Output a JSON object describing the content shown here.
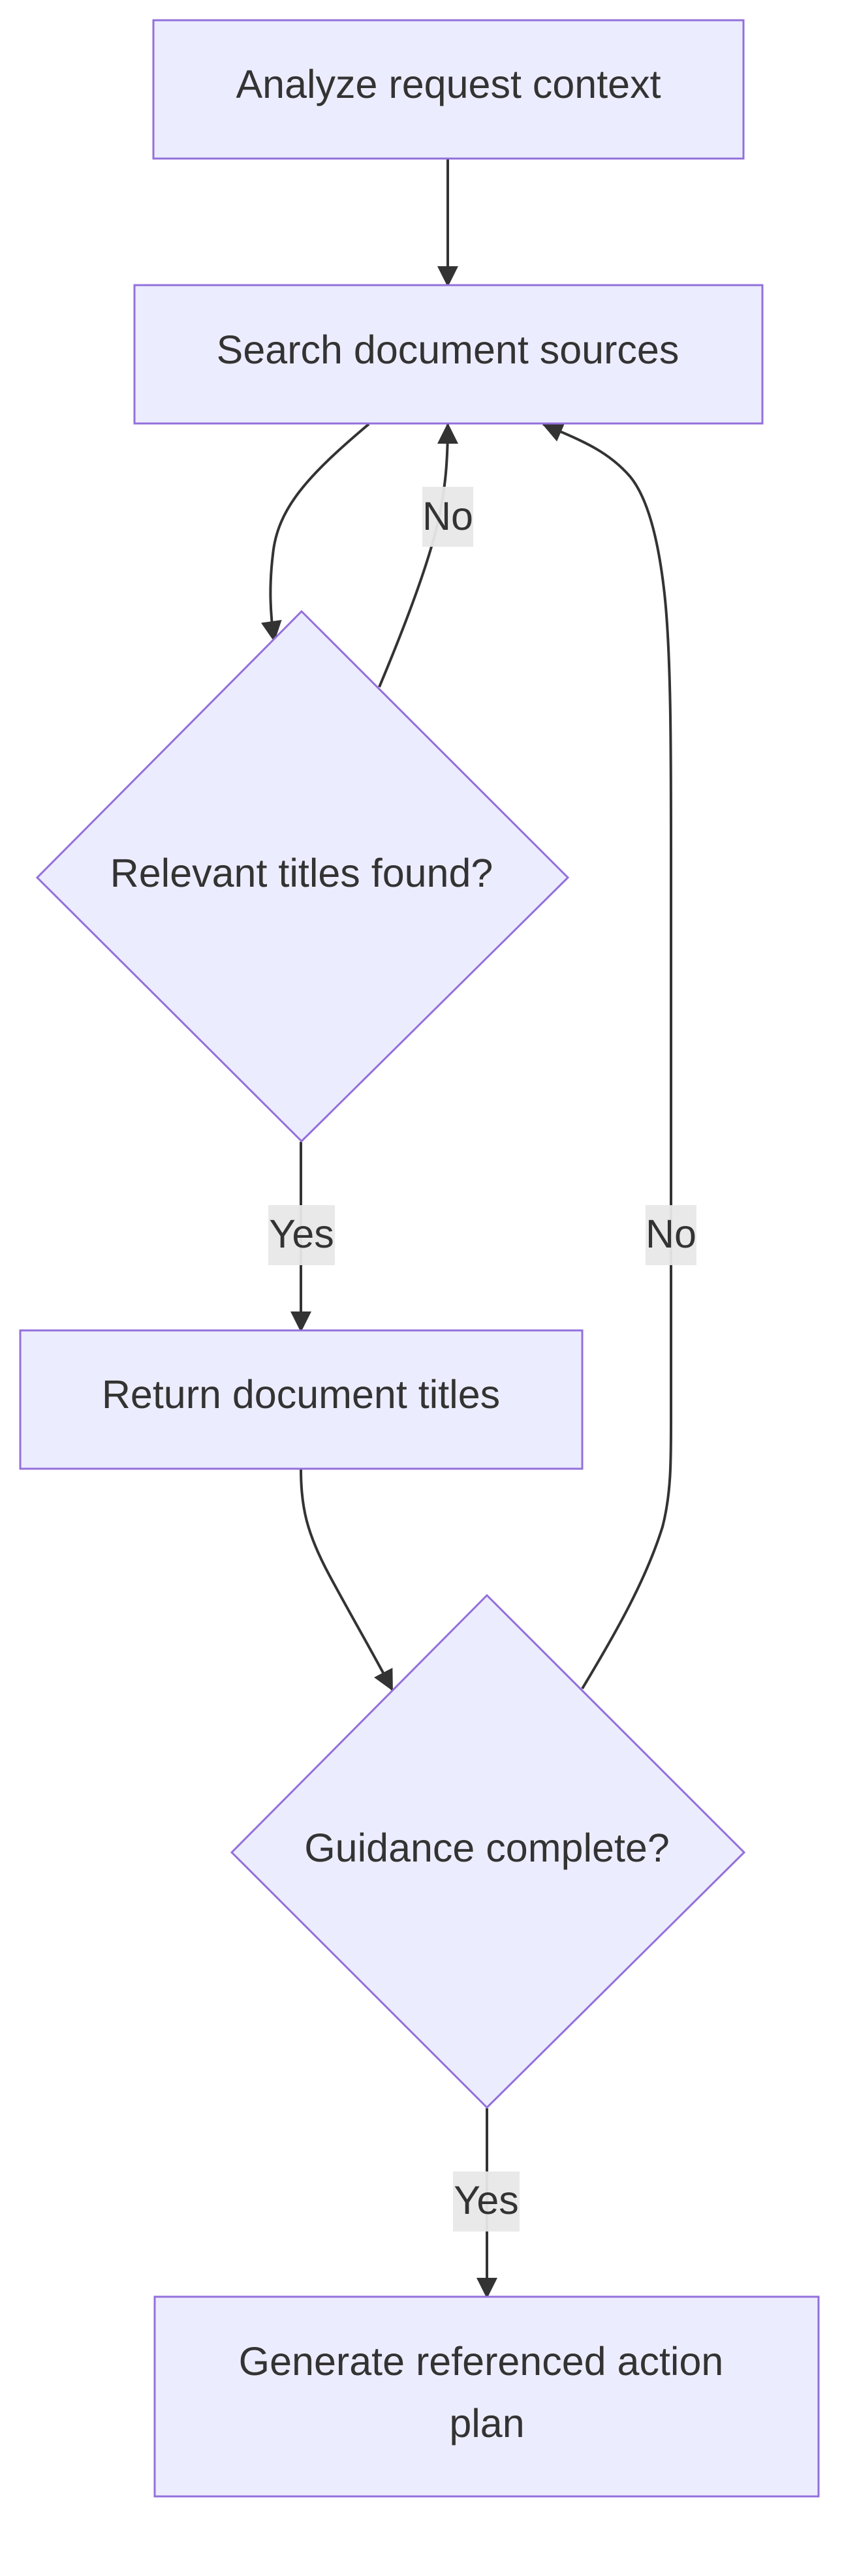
{
  "nodes": {
    "analyze": "Analyze request context",
    "search": "Search document sources",
    "relevant": "Relevant titles found?",
    "return_titles": "Return document titles",
    "guidance": "Guidance complete?",
    "generate": {
      "line1": "Generate referenced action",
      "line2": "plan"
    }
  },
  "edges": {
    "relevant_no": "No",
    "relevant_yes": "Yes",
    "guidance_no": "No",
    "guidance_yes": "Yes"
  },
  "colors": {
    "node_fill": "#ECECFF",
    "node_stroke": "#9370DB",
    "edge": "#333333",
    "label_bg": "#e8e8e8",
    "text": "#333333"
  }
}
